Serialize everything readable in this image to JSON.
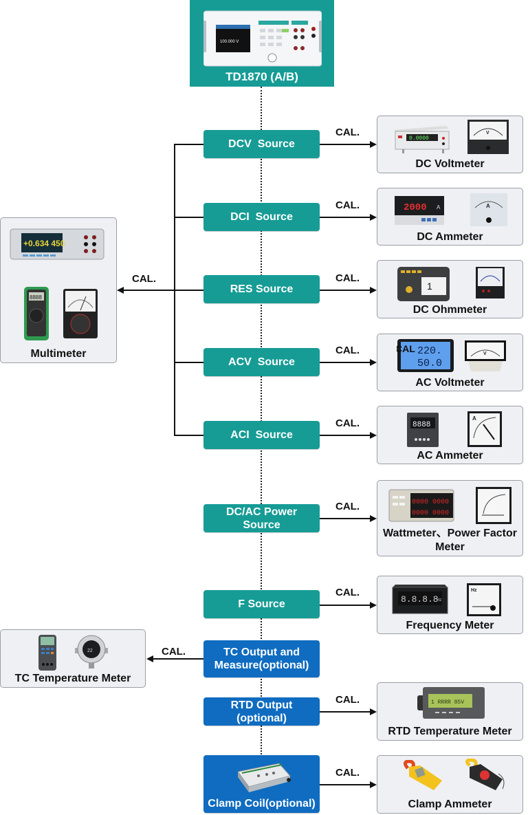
{
  "device": {
    "title": "TD1870 (A/B)",
    "display_reading": "100.000 V"
  },
  "cal_label": "CAL.",
  "sources": [
    {
      "label": "DCV  Source",
      "color": "#169c95"
    },
    {
      "label": "DCI  Source",
      "color": "#169c95"
    },
    {
      "label": "RES Source",
      "color": "#169c95"
    },
    {
      "label": "ACV  Source",
      "color": "#169c95"
    },
    {
      "label": "ACI  Source",
      "color": "#169c95"
    },
    {
      "label": "DC/AC Power Source",
      "line1": "DC/AC Power",
      "line2": "Source",
      "color": "#169c95"
    },
    {
      "label": "F Source",
      "color": "#169c95"
    },
    {
      "label": "TC Output and Measure(optional)",
      "line1": "TC Output and",
      "line2": "Measure(optional)",
      "color": "#0f6cc0"
    },
    {
      "label": "RTD Output (optional)",
      "line1": "RTD Output",
      "line2": "(optional)",
      "color": "#0f6cc0"
    },
    {
      "label": "Clamp Coil(optional)",
      "color": "#0f6cc0"
    }
  ],
  "targets": {
    "dc_voltmeter": {
      "label": "DC Voltmeter",
      "digital_reading": "0.0000"
    },
    "dc_ammeter": {
      "label": "DC Ammeter",
      "digital_reading": "2000",
      "unit": "A"
    },
    "dc_ohmmeter": {
      "label": "DC Ohmmeter"
    },
    "ac_voltmeter": {
      "label": "AC Voltmeter",
      "reading_1": "220.",
      "reading_2": "50.0",
      "overlay_text": "CAL"
    },
    "ac_ammeter": {
      "label": "AC Ammeter",
      "digital_reading": "8888"
    },
    "wattmeter": {
      "label_line1": "Wattmeter、Power Factor",
      "label_line2": "Meter",
      "digital_reading": "0000"
    },
    "frequency_meter": {
      "label": "Frequency Meter",
      "digital_reading": "8.8.8.8",
      "unit": "Hz"
    },
    "multimeter": {
      "label": "Multimeter",
      "bench_reading": "+0.634 450",
      "handheld_reading": "8888"
    },
    "tc_meter": {
      "label": "TC Temperature Meter"
    },
    "rtd_meter": {
      "label": "RTD Temperature Meter"
    },
    "clamp_ammeter": {
      "label": "Clamp Ammeter"
    }
  }
}
